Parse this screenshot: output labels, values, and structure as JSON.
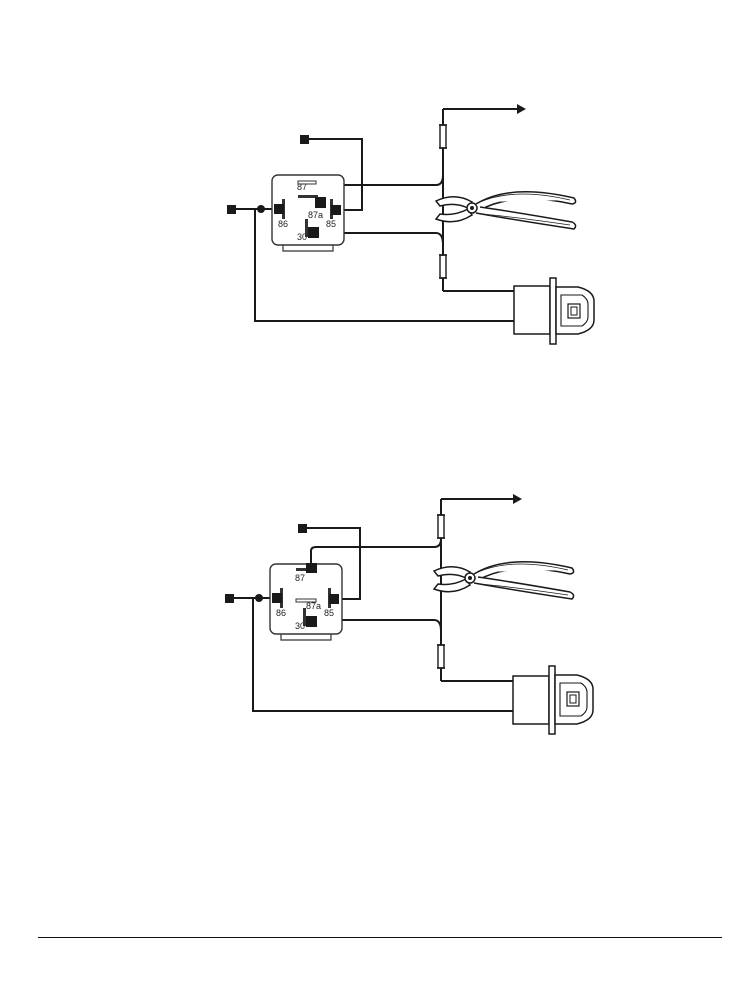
{
  "diagrams": [
    {
      "id": "relay-wiring-1",
      "pin_labels": {
        "p87": "87",
        "p87a": "87a",
        "p86": "86",
        "p85": "85",
        "p30": "30"
      },
      "wire_from_87a_to_fused_line": true
    },
    {
      "id": "relay-wiring-2",
      "pin_labels": {
        "p87": "87",
        "p87a": "87a",
        "p86": "86",
        "p85": "85",
        "p30": "30"
      },
      "wire_from_87_to_fused_line": true
    }
  ],
  "colors": {
    "wire": "#1a1a1a",
    "relay_outline": "#333333",
    "connector_fill": "#ffffff"
  },
  "icons": [
    "relay-icon",
    "pliers-icon",
    "connector-icon",
    "fuse-icon",
    "arrow-icon",
    "terminal-icon"
  ]
}
